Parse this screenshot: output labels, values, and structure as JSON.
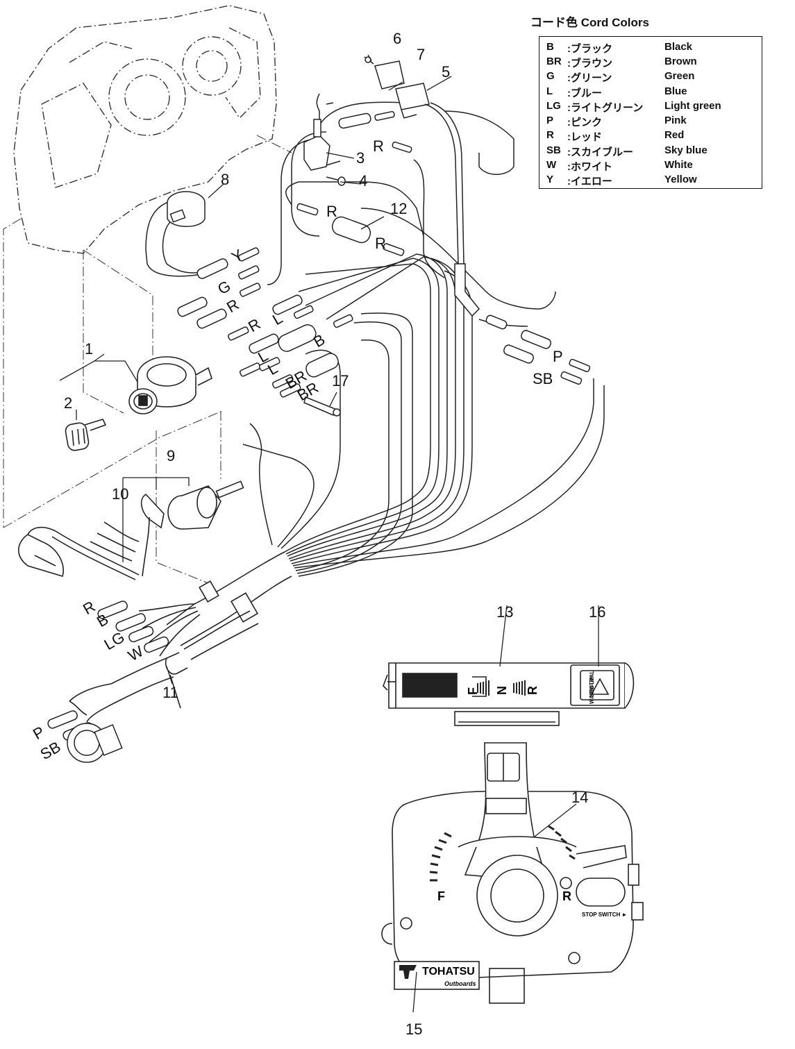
{
  "legend": {
    "title": "コード色 Cord Colors",
    "rows": [
      {
        "code": "B",
        "jp": ":ブラック",
        "en": "Black"
      },
      {
        "code": "BR",
        "jp": ":ブラウン",
        "en": "Brown"
      },
      {
        "code": "G",
        "jp": ":グリーン",
        "en": "Green"
      },
      {
        "code": "L",
        "jp": ":ブルー",
        "en": "Blue"
      },
      {
        "code": "LG",
        "jp": ":ライトグリーン",
        "en": "Light green"
      },
      {
        "code": "P",
        "jp": ":ピンク",
        "en": "Pink"
      },
      {
        "code": "R",
        "jp": ":レッド",
        "en": "Red"
      },
      {
        "code": "SB",
        "jp": ":スカイブルー",
        "en": "Sky blue"
      },
      {
        "code": "W",
        "jp": ":ホワイト",
        "en": "White"
      },
      {
        "code": "Y",
        "jp": ":イエロー",
        "en": "Yellow"
      }
    ]
  },
  "callouts": {
    "n1": "1",
    "n2": "2",
    "n3": "3",
    "n4": "4",
    "n5": "5",
    "n6": "6",
    "n7": "7",
    "n8": "8",
    "n9": "9",
    "n10": "10",
    "n11": "11",
    "n12": "12",
    "n13": "13",
    "n14": "14",
    "n15": "15",
    "n16": "16",
    "n17": "17"
  },
  "wire_labels": {
    "r_top": "R",
    "r_mid": "R",
    "r_12": "R",
    "y": "Y",
    "g": "G",
    "r_g": "R",
    "r_l": "R",
    "l_1": "L",
    "b_1": "B",
    "l_2": "L",
    "l_3": "L",
    "br_1": "BR",
    "br_2": "BR",
    "p_right": "P",
    "sb_right": "SB",
    "r_harness": "R",
    "b_harness": "B",
    "lg_harness": "LG",
    "w_harness": "W",
    "p_harness": "P",
    "sb_harness": "SB"
  },
  "panel": {
    "gear_f": "F",
    "gear_n": "N",
    "gear_r": "R",
    "neutral": "NEUTRAL",
    "warmup": "WARM-UP"
  },
  "control": {
    "f_label": "F",
    "r_label": "R",
    "stop_switch": "STOP SWITCH ►",
    "brand": "TOHATSU",
    "sub": "Outboards"
  }
}
